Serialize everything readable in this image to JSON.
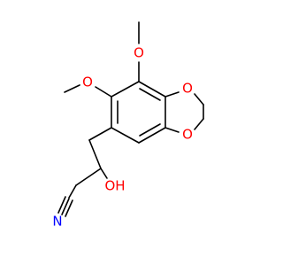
{
  "molecule": {
    "colors": {
      "bond": "#000000",
      "carbon": "#000000",
      "oxygen": "#ff0000",
      "nitrogen": "#0000ff"
    },
    "labels": {
      "o_methoxy_top": "O",
      "o_methoxy_left": "O",
      "o_dioxole_upper": "O",
      "o_dioxole_lower": "O",
      "oh": "OH",
      "n": "N"
    }
  }
}
